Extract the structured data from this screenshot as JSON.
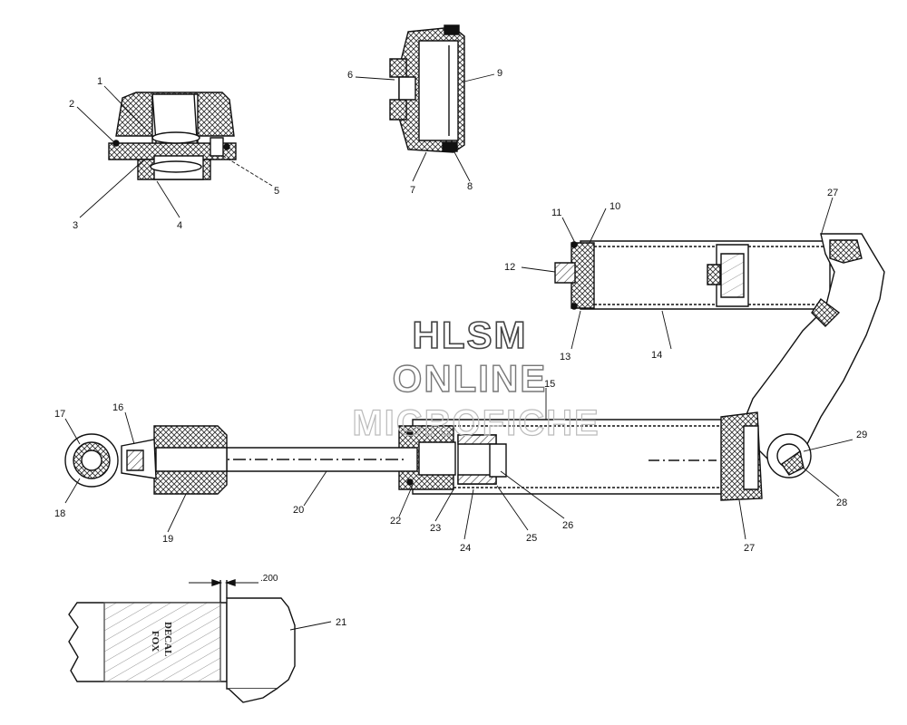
{
  "watermark": {
    "line1": "HLSM",
    "line2": "ONLINE",
    "line3": "MICROFICHE"
  },
  "dimension": {
    "value": ".200"
  },
  "decal": {
    "line1": "FOX",
    "line2": "DECAL"
  },
  "callouts": {
    "c1": "1",
    "c2": "2",
    "c3": "3",
    "c4": "4",
    "c5": "5",
    "c6": "6",
    "c7": "7",
    "c8": "8",
    "c9": "9",
    "c10": "10",
    "c11": "11",
    "c12": "12",
    "c13": "13",
    "c14": "14",
    "c15": "15",
    "c16": "16",
    "c17": "17",
    "c18": "18",
    "c19": "19",
    "c20": "20",
    "c21": "21",
    "c22": "22",
    "c23": "23",
    "c24": "24",
    "c25": "25",
    "c26": "26",
    "c27a": "27",
    "c27b": "27",
    "c28": "28",
    "c29": "29"
  }
}
